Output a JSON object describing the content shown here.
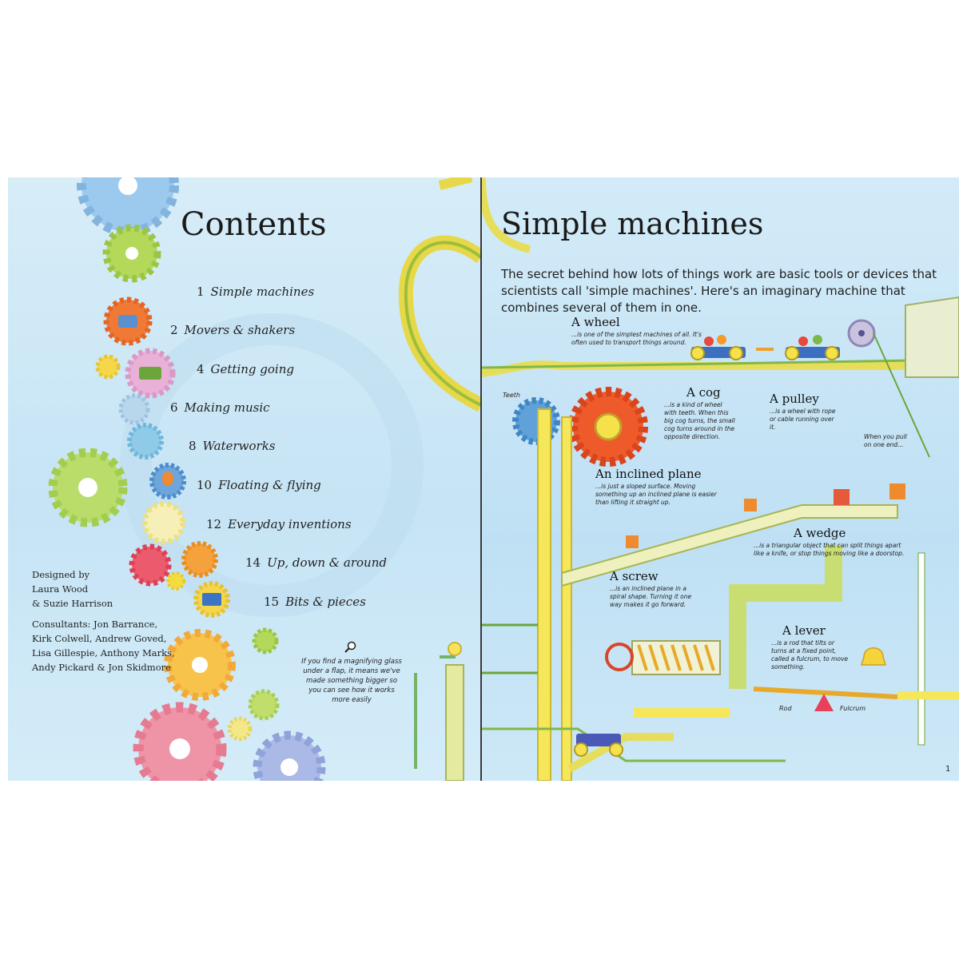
{
  "contents": {
    "title": "Contents",
    "items": [
      {
        "num": "1",
        "label": "Simple machines"
      },
      {
        "num": "2",
        "label": "Movers & shakers"
      },
      {
        "num": "4",
        "label": "Getting going"
      },
      {
        "num": "6",
        "label": "Making music"
      },
      {
        "num": "8",
        "label": "Waterworks"
      },
      {
        "num": "10",
        "label": "Floating & flying"
      },
      {
        "num": "12",
        "label": "Everyday inventions"
      },
      {
        "num": "14",
        "label": "Up, down & around"
      },
      {
        "num": "15",
        "label": "Bits & pieces"
      }
    ],
    "designed_by": "Designed by",
    "designers": "Laura Wood",
    "designers_2": "& Suzie Harrison",
    "consultants_1": "Consultants: Jon Barrance,",
    "consultants_2": "Kirk Colwell, Andrew Goved,",
    "consultants_3": "Lisa Gillespie, Anthony Marks,",
    "consultants_4": "Andy Pickard & Jon Skidmore",
    "magnify_note": "If you find a magnifying glass under a flap, it means we've made something bigger so you can see how it works more easily"
  },
  "simple_machines": {
    "title": "Simple machines",
    "intro": "The secret behind how lots of things work are basic tools or devices that scientists call 'simple machines'. Here's an imaginary machine that combines several of them in one.",
    "wheel": {
      "title": "A wheel",
      "text": "...is one of the simplest machines of all. It's often used to transport things around."
    },
    "cog": {
      "title": "A cog",
      "text": "...is a kind of wheel with teeth. When this big cog turns, the small cog turns around in the opposite direction."
    },
    "pulley": {
      "title": "A pulley",
      "text": "...is a wheel with rope or cable running over it."
    },
    "pull_note": "When you pull on one end...",
    "teeth": "Teeth",
    "inclined": {
      "title": "An inclined plane",
      "text": "...is just a sloped surface. Moving something up an inclined plane is easier than lifting it straight up."
    },
    "wedge": {
      "title": "A wedge",
      "text": "...is a triangular object that can split things apart like a knife, or stop things moving like a doorstop."
    },
    "screw": {
      "title": "A screw",
      "text": "...is an inclined plane in a spiral shape. Turning it one way makes it go forward."
    },
    "lever": {
      "title": "A lever",
      "text": "...is a rod that tilts or turns at a fixed point, called a fulcrum, to move something."
    },
    "rod": "Rod",
    "fulcrum": "Fulcrum",
    "page_number": "1"
  }
}
